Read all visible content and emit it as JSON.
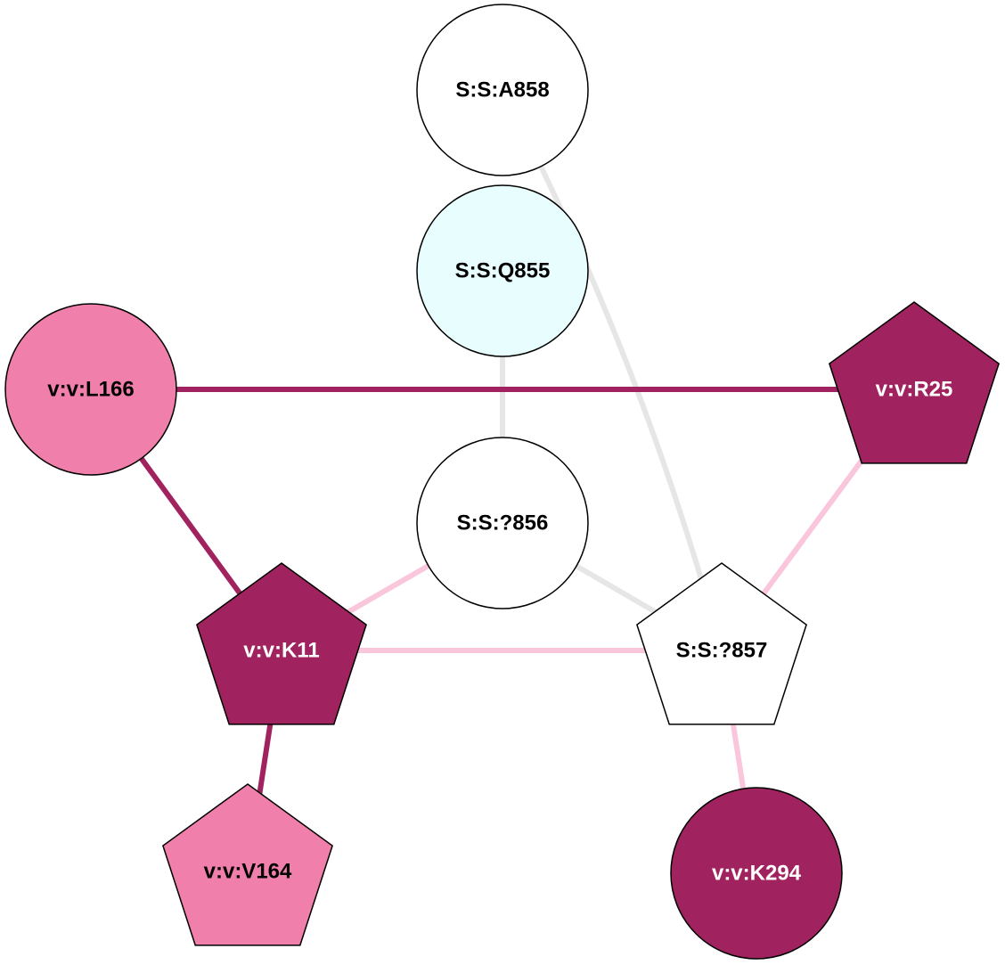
{
  "nodes": [
    {
      "id": "A858",
      "label": "S:S:A858",
      "shape": "circle",
      "fill": "#ffffff",
      "text_color": "#000000"
    },
    {
      "id": "Q855",
      "label": "S:S:Q855",
      "shape": "circle",
      "fill": "#e8fdfd",
      "text_color": "#000000"
    },
    {
      "id": "L166",
      "label": "v:v:L166",
      "shape": "circle",
      "fill": "#f07fab",
      "text_color": "#000000"
    },
    {
      "id": "R25",
      "label": "v:v:R25",
      "shape": "pentagon",
      "fill": "#a0235f",
      "text_color": "#ffffff"
    },
    {
      "id": "856",
      "label": "S:S:?856",
      "shape": "circle",
      "fill": "#ffffff",
      "text_color": "#000000"
    },
    {
      "id": "K11",
      "label": "v:v:K11",
      "shape": "pentagon",
      "fill": "#a0235f",
      "text_color": "#ffffff"
    },
    {
      "id": "857",
      "label": "S:S:?857",
      "shape": "pentagon",
      "fill": "#ffffff",
      "text_color": "#000000"
    },
    {
      "id": "V164",
      "label": "v:v:V164",
      "shape": "pentagon",
      "fill": "#f07fab",
      "text_color": "#000000"
    },
    {
      "id": "K294",
      "label": "v:v:K294",
      "shape": "circle",
      "fill": "#a0235f",
      "text_color": "#ffffff"
    }
  ],
  "edges": [
    {
      "from": "A858",
      "to": "857",
      "color": "#e6e6e6"
    },
    {
      "from": "Q855",
      "to": "856",
      "color": "#e6e6e6"
    },
    {
      "from": "856",
      "to": "857",
      "color": "#e6e6e6"
    },
    {
      "from": "L166",
      "to": "R25",
      "color": "#a0235f"
    },
    {
      "from": "L166",
      "to": "K11",
      "color": "#a0235f"
    },
    {
      "from": "K11",
      "to": "V164",
      "color": "#a0235f"
    },
    {
      "from": "K11",
      "to": "856",
      "color": "#f9c6dc"
    },
    {
      "from": "K11",
      "to": "857",
      "color": "#f9c6dc"
    },
    {
      "from": "R25",
      "to": "857",
      "color": "#f9c6dc"
    },
    {
      "from": "857",
      "to": "K294",
      "color": "#f9c6dc"
    }
  ]
}
